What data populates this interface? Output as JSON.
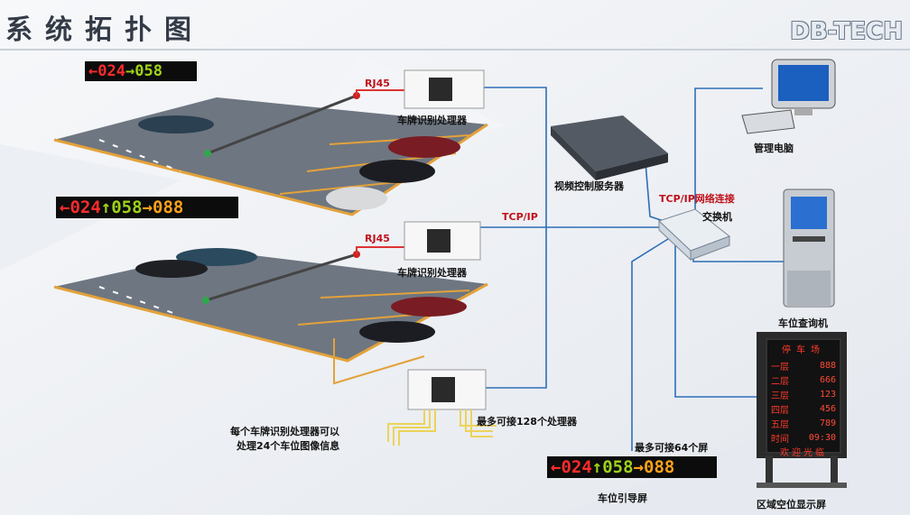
{
  "header": {
    "title": "系统拓扑图",
    "brand": "DB-TECH"
  },
  "colors": {
    "cable": "#2d6fb8",
    "led_red": "#ff2b2b",
    "led_green": "#9fd21a",
    "led_orange": "#ffa21a",
    "label_red": "#c0111b"
  },
  "labels": {
    "rj45_top": "RJ45",
    "rj45_mid": "RJ45",
    "processor_top": "车牌识别处理器",
    "processor_mid": "车牌识别处理器",
    "video_server": "视频控制服务器",
    "tcpip": "TCP/IP",
    "tcpip_network": "TCP/IP网络连接",
    "switch": "交换机",
    "mgmt_pc": "管理电脑",
    "kiosk": "车位查询机",
    "note_line1": "每个车牌识别处理器可以",
    "note_line2": "处理24个车位图像信息",
    "max_processors": "最多可接128个处理器",
    "max_screens": "最多可接64个屏",
    "guide_screen": "车位引导屏",
    "area_display": "区域空位显示屏"
  },
  "led_top": {
    "left_arrow": "←",
    "a": "024",
    "right_arrow": "→",
    "b": "058"
  },
  "led_mid": {
    "left_arrow": "←",
    "a": "024",
    "up_arrow": "↑",
    "b": "058",
    "right_arrow": "→",
    "c": "088"
  },
  "led_bottom": {
    "left_arrow": "←",
    "a": "024",
    "up_arrow": "↑",
    "b": "058",
    "right_arrow": "→",
    "c": "088"
  },
  "area_panel": {
    "header": "停车场",
    "rows": [
      {
        "floor": "一层",
        "count": "888"
      },
      {
        "floor": "二层",
        "count": "666"
      },
      {
        "floor": "三层",
        "count": "123"
      },
      {
        "floor": "四层",
        "count": "456"
      },
      {
        "floor": "五层",
        "count": "789"
      },
      {
        "floor": "时间",
        "count": "09:30"
      }
    ],
    "footer": "欢迎光临"
  }
}
